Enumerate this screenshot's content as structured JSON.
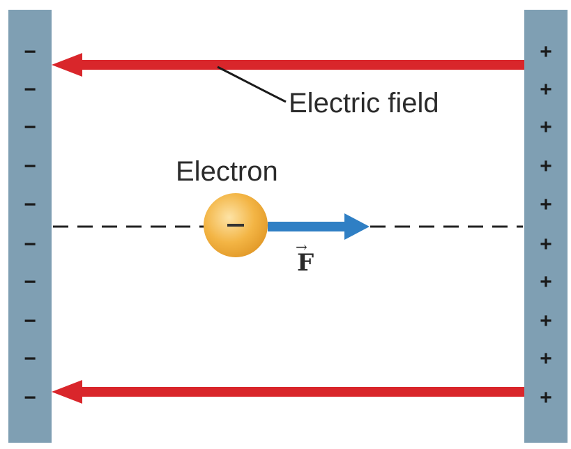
{
  "diagram": {
    "field_label": "Electric field",
    "particle_label": "Electron",
    "force_symbol": "F",
    "force_vector_mark": "→",
    "negative_plate": {
      "sign": "−"
    },
    "positive_plate": {
      "sign": "+"
    },
    "particle_charge_mark": "−",
    "colors": {
      "plate": "#7f9fb3",
      "field_arrow": "#d9262b",
      "force_arrow": "#2f7fc4",
      "electron": "#f3b545",
      "dashed_line": "#222222"
    }
  }
}
